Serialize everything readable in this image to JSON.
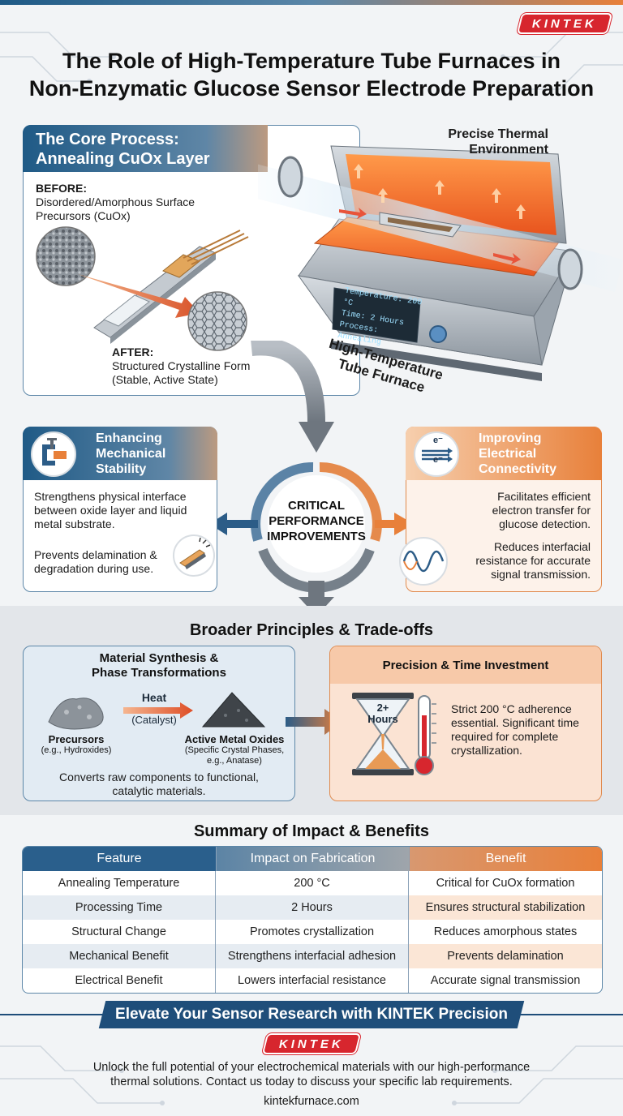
{
  "brand": {
    "logo_text": "KINTEK",
    "colors": {
      "blue": "#1f5a86",
      "orange": "#e8803a",
      "red": "#d7262e"
    }
  },
  "title": {
    "line1": "The Role of High-Temperature Tube Furnaces in",
    "line2": "Non-Enzymatic Glucose Sensor Electrode Preparation"
  },
  "core_process": {
    "heading_line1": "The Core Process:",
    "heading_line2": "Annealing CuOx Layer",
    "before_label": "BEFORE:",
    "before_line1": "Disordered/Amorphous Surface",
    "before_line2": "Precursors (CuOx)",
    "after_label": "AFTER:",
    "after_line1": "Structured Crystalline Form",
    "after_line2": "(Stable, Active State)"
  },
  "furnace": {
    "environment_line1": "Precise Thermal",
    "environment_line2": "Environment",
    "display_row1": "Temperature: 200 °C",
    "display_row2": "Time: 2 Hours",
    "display_row3": "Process: Annealing",
    "label_line1": "High-Temperature",
    "label_line2": "Tube Furnace"
  },
  "mechanical": {
    "title_line1": "Enhancing",
    "title_line2": "Mechanical",
    "title_line3": "Stability",
    "text1_line1": "Strengthens physical interface",
    "text1_line2": "between oxide layer and liquid",
    "text1_line3": "metal substrate.",
    "text2_line1": "Prevents delamination &",
    "text2_line2": "degradation during use."
  },
  "critical": {
    "line1": "CRITICAL",
    "line2": "PERFORMANCE",
    "line3": "IMPROVEMENTS"
  },
  "electrical": {
    "icon_top": "e⁻",
    "icon_bottom": "e⁻",
    "title_line1": "Improving",
    "title_line2": "Electrical",
    "title_line3": "Connectivity",
    "text1_line1": "Facilitates efficient",
    "text1_line2": "electron transfer for",
    "text1_line3": "glucose detection.",
    "text2_line1": "Reduces interfacial",
    "text2_line2": "resistance for accurate",
    "text2_line3": "signal transmission."
  },
  "principles": {
    "title": "Broader Principles & Trade-offs",
    "synthesis": {
      "heading_line1": "Material Synthesis &",
      "heading_line2": "Phase Transformations",
      "heat_label": "Heat",
      "catalyst_label": "(Catalyst)",
      "precursor_title": "Precursors",
      "precursor_sub": "(e.g., Hydroxides)",
      "oxide_title": "Active Metal Oxides",
      "oxide_sub1": "(Specific Crystal Phases,",
      "oxide_sub2": "e.g., Anatase)",
      "summary_line1": "Converts raw components to functional,",
      "summary_line2": "catalytic materials."
    },
    "precision": {
      "heading": "Precision & Time Investment",
      "hourglass_top": "2+",
      "hourglass_bottom": "Hours",
      "text_line1": "Strict 200 °C adherence",
      "text_line2": "essential. Significant time",
      "text_line3": "required for complete",
      "text_line4": "crystallization."
    }
  },
  "summary": {
    "title": "Summary of Impact & Benefits",
    "headers": [
      "Feature",
      "Impact on Fabrication",
      "Benefit"
    ],
    "rows": [
      [
        "Annealing Temperature",
        "200 °C",
        "Critical for CuOx formation"
      ],
      [
        "Processing Time",
        "2 Hours",
        "Ensures structural stabilization"
      ],
      [
        "Structural Change",
        "Promotes crystallization",
        "Reduces amorphous states"
      ],
      [
        "Mechanical Benefit",
        "Strengthens interfacial adhesion",
        "Prevents delamination"
      ],
      [
        "Electrical Benefit",
        "Lowers interfacial resistance",
        "Accurate signal transmission"
      ]
    ]
  },
  "cta": {
    "banner": "Elevate Your Sensor Research with KINTEK Precision",
    "body_line1": "Unlock the full potential of your electrochemical materials with our high-performance",
    "body_line2": "thermal solutions. Contact us today to discuss your specific lab requirements.",
    "url": "kintekfurnace.com"
  }
}
